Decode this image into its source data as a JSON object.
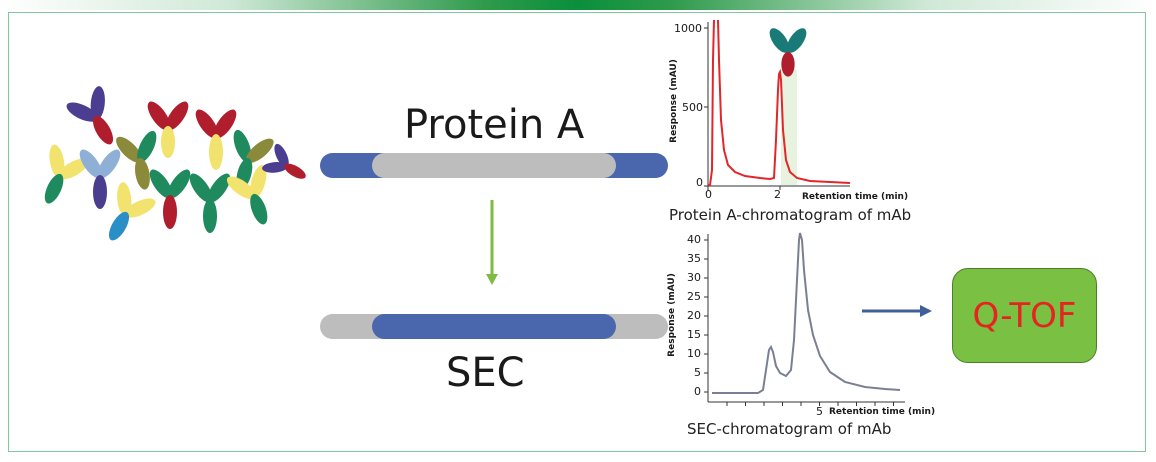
{
  "steps": {
    "protein_a_label": "Protein A",
    "sec_label": "SEC"
  },
  "colors": {
    "column_blue": "#4a66ad",
    "column_gray": "#bdbdbd",
    "arrow_green": "#7dbb42",
    "arrow_blue": "#3f5f9a",
    "trace_red": "#e3262a",
    "trace_gray": "#7a7f96",
    "qtof_fill": "#7ac043",
    "qtof_text": "#e52421"
  },
  "chart_a": {
    "caption": "Protein A-chromatogram of mAb",
    "ylabel": "Response (mAU)",
    "xlabel": "Retention time (min)",
    "yticks": [
      "1000",
      "500",
      "0"
    ],
    "xticks": [
      "0",
      "2"
    ]
  },
  "chart_sec": {
    "caption": "SEC-chromatogram of mAb",
    "ylabel": "Response (mAU)",
    "xlabel": "Retention time (min)",
    "yticks": [
      "40",
      "35",
      "30",
      "25",
      "20",
      "15",
      "10",
      "5",
      "0"
    ],
    "xticks": [
      "5"
    ]
  },
  "detector": {
    "label": "Q-TOF"
  }
}
